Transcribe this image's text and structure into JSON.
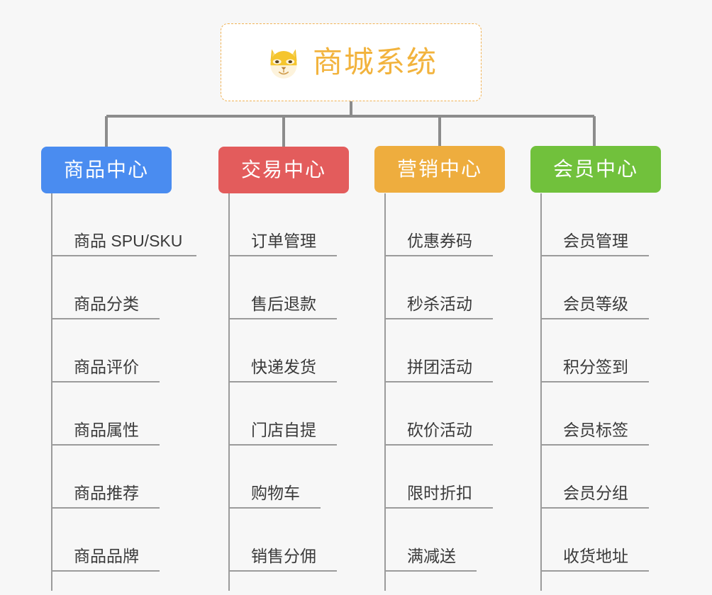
{
  "diagram": {
    "title": "商城系统",
    "root": {
      "label": "商城系统",
      "icon": "shiba-dog-emoji",
      "text_color": "#f2b33d",
      "border_color": "#f0b254",
      "background": "#ffffff"
    },
    "background_color": "#f7f7f7",
    "connector_color": "#9b9b9b",
    "leaf_text_color": "#3a3a3a",
    "branches": [
      {
        "label": "商品中心",
        "color": "#4a8cf0",
        "leaves": [
          "商品 SPU/SKU",
          "商品分类",
          "商品评价",
          "商品属性",
          "商品推荐",
          "商品品牌"
        ]
      },
      {
        "label": "交易中心",
        "color": "#e35c5c",
        "leaves": [
          "订单管理",
          "售后退款",
          "快递发货",
          "门店自提",
          "购物车",
          "销售分佣"
        ]
      },
      {
        "label": "营销中心",
        "color": "#eead3e",
        "leaves": [
          "优惠券码",
          "秒杀活动",
          "拼团活动",
          "砍价活动",
          "限时折扣",
          "满减送"
        ]
      },
      {
        "label": "会员中心",
        "color": "#71c13c",
        "leaves": [
          "会员管理",
          "会员等级",
          "积分签到",
          "会员标签",
          "会员分组",
          "收货地址"
        ]
      }
    ]
  }
}
